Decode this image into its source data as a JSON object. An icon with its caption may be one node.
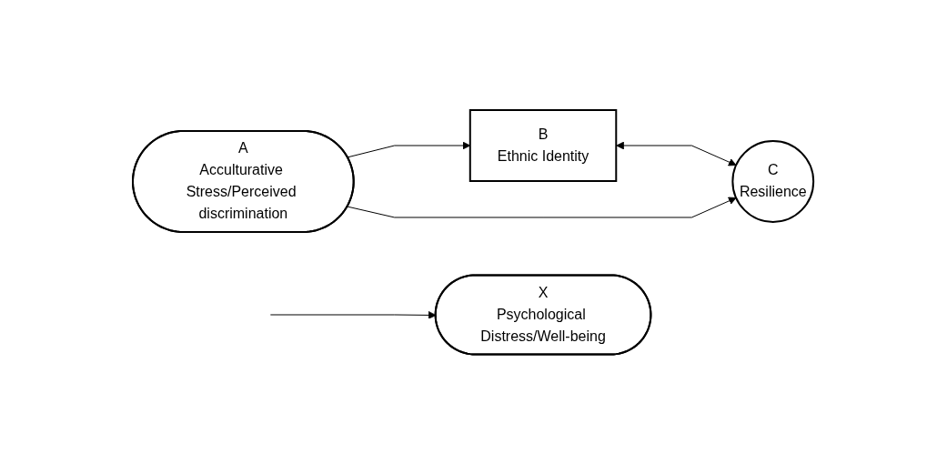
{
  "diagram": {
    "nodes": [
      {
        "text": [
          "A",
          "Acculturative Stress/Perceived discrimination"
        ]
      },
      {
        "text": [
          "B",
          "Ethnic Identity"
        ]
      },
      {
        "text": [
          "C",
          "Resilience"
        ]
      },
      {
        "text": [
          "X",
          "Psychological Distress/Well-being"
        ]
      }
    ],
    "edges": [
      {
        "from": 0,
        "to": 1,
        "arrow": "to"
      },
      {
        "from": 0,
        "to": 2,
        "arrow": "to"
      },
      {
        "from": 1,
        "to": 2,
        "arrow": "both"
      },
      {
        "from": null,
        "to": 3,
        "arrow": "to"
      }
    ]
  }
}
